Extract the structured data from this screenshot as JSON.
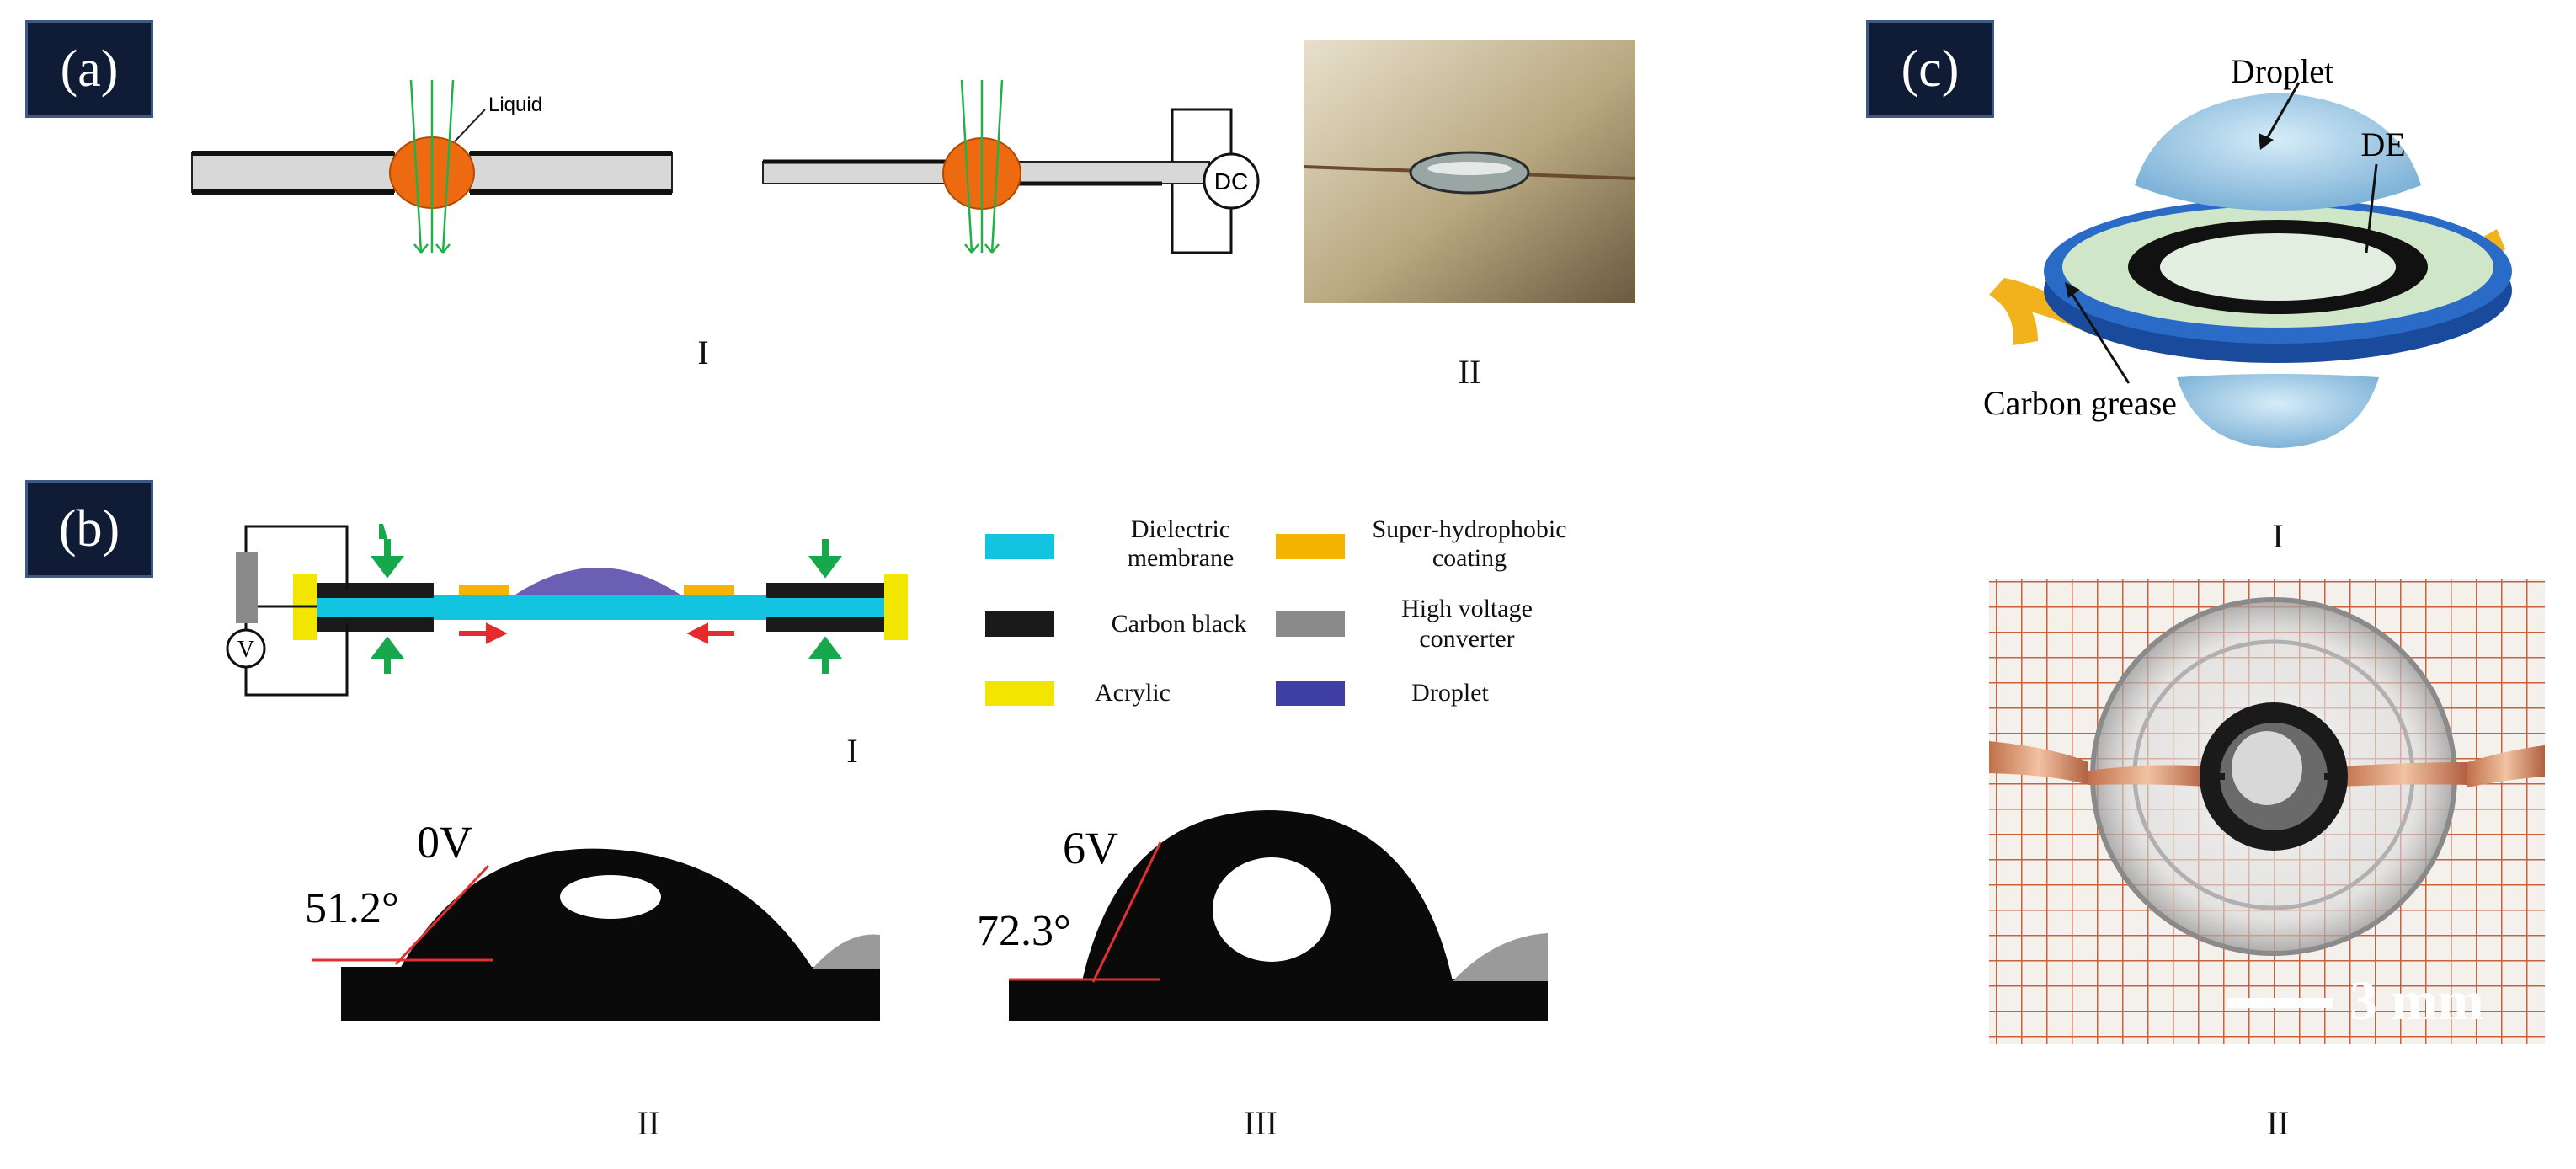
{
  "panels": {
    "a": {
      "tag": "(a)",
      "liquid_label": "Liquid",
      "dc_label": "DC",
      "sub_I": "I",
      "sub_II": "II"
    },
    "b": {
      "tag": "(b)",
      "voltage_label": "V",
      "legend": [
        {
          "label": "Dielectric membrane",
          "color": "#13c4e0"
        },
        {
          "label": "Super-hydrophobic coating",
          "color": "#f6b400"
        },
        {
          "label": "Carbon black",
          "color": "#1a1a1a"
        },
        {
          "label": "High voltage converter",
          "color": "#8a8a8a"
        },
        {
          "label": "Acrylic",
          "color": "#f2e600"
        },
        {
          "label": "Droplet",
          "color": "#3f3fa6"
        }
      ],
      "sub_I": "I",
      "photo_II": {
        "voltage": "0V",
        "angle": "51.2°"
      },
      "photo_III": {
        "voltage": "6V",
        "angle": "72.3°"
      },
      "sub_II": "II",
      "sub_III": "III"
    },
    "c": {
      "tag": "(c)",
      "droplet_label": "Droplet",
      "de_label": "DE",
      "grease_label": "Carbon grease",
      "scale_label": "3 mm",
      "sub_I": "I",
      "sub_II": "II"
    }
  },
  "colors": {
    "liquid_orange": "#ee6a10",
    "ray_green": "#22b04a",
    "ring_blue": "#1f5fb0",
    "wire_yellow": "#f2b21c",
    "grid_orange": "#c8623c"
  }
}
